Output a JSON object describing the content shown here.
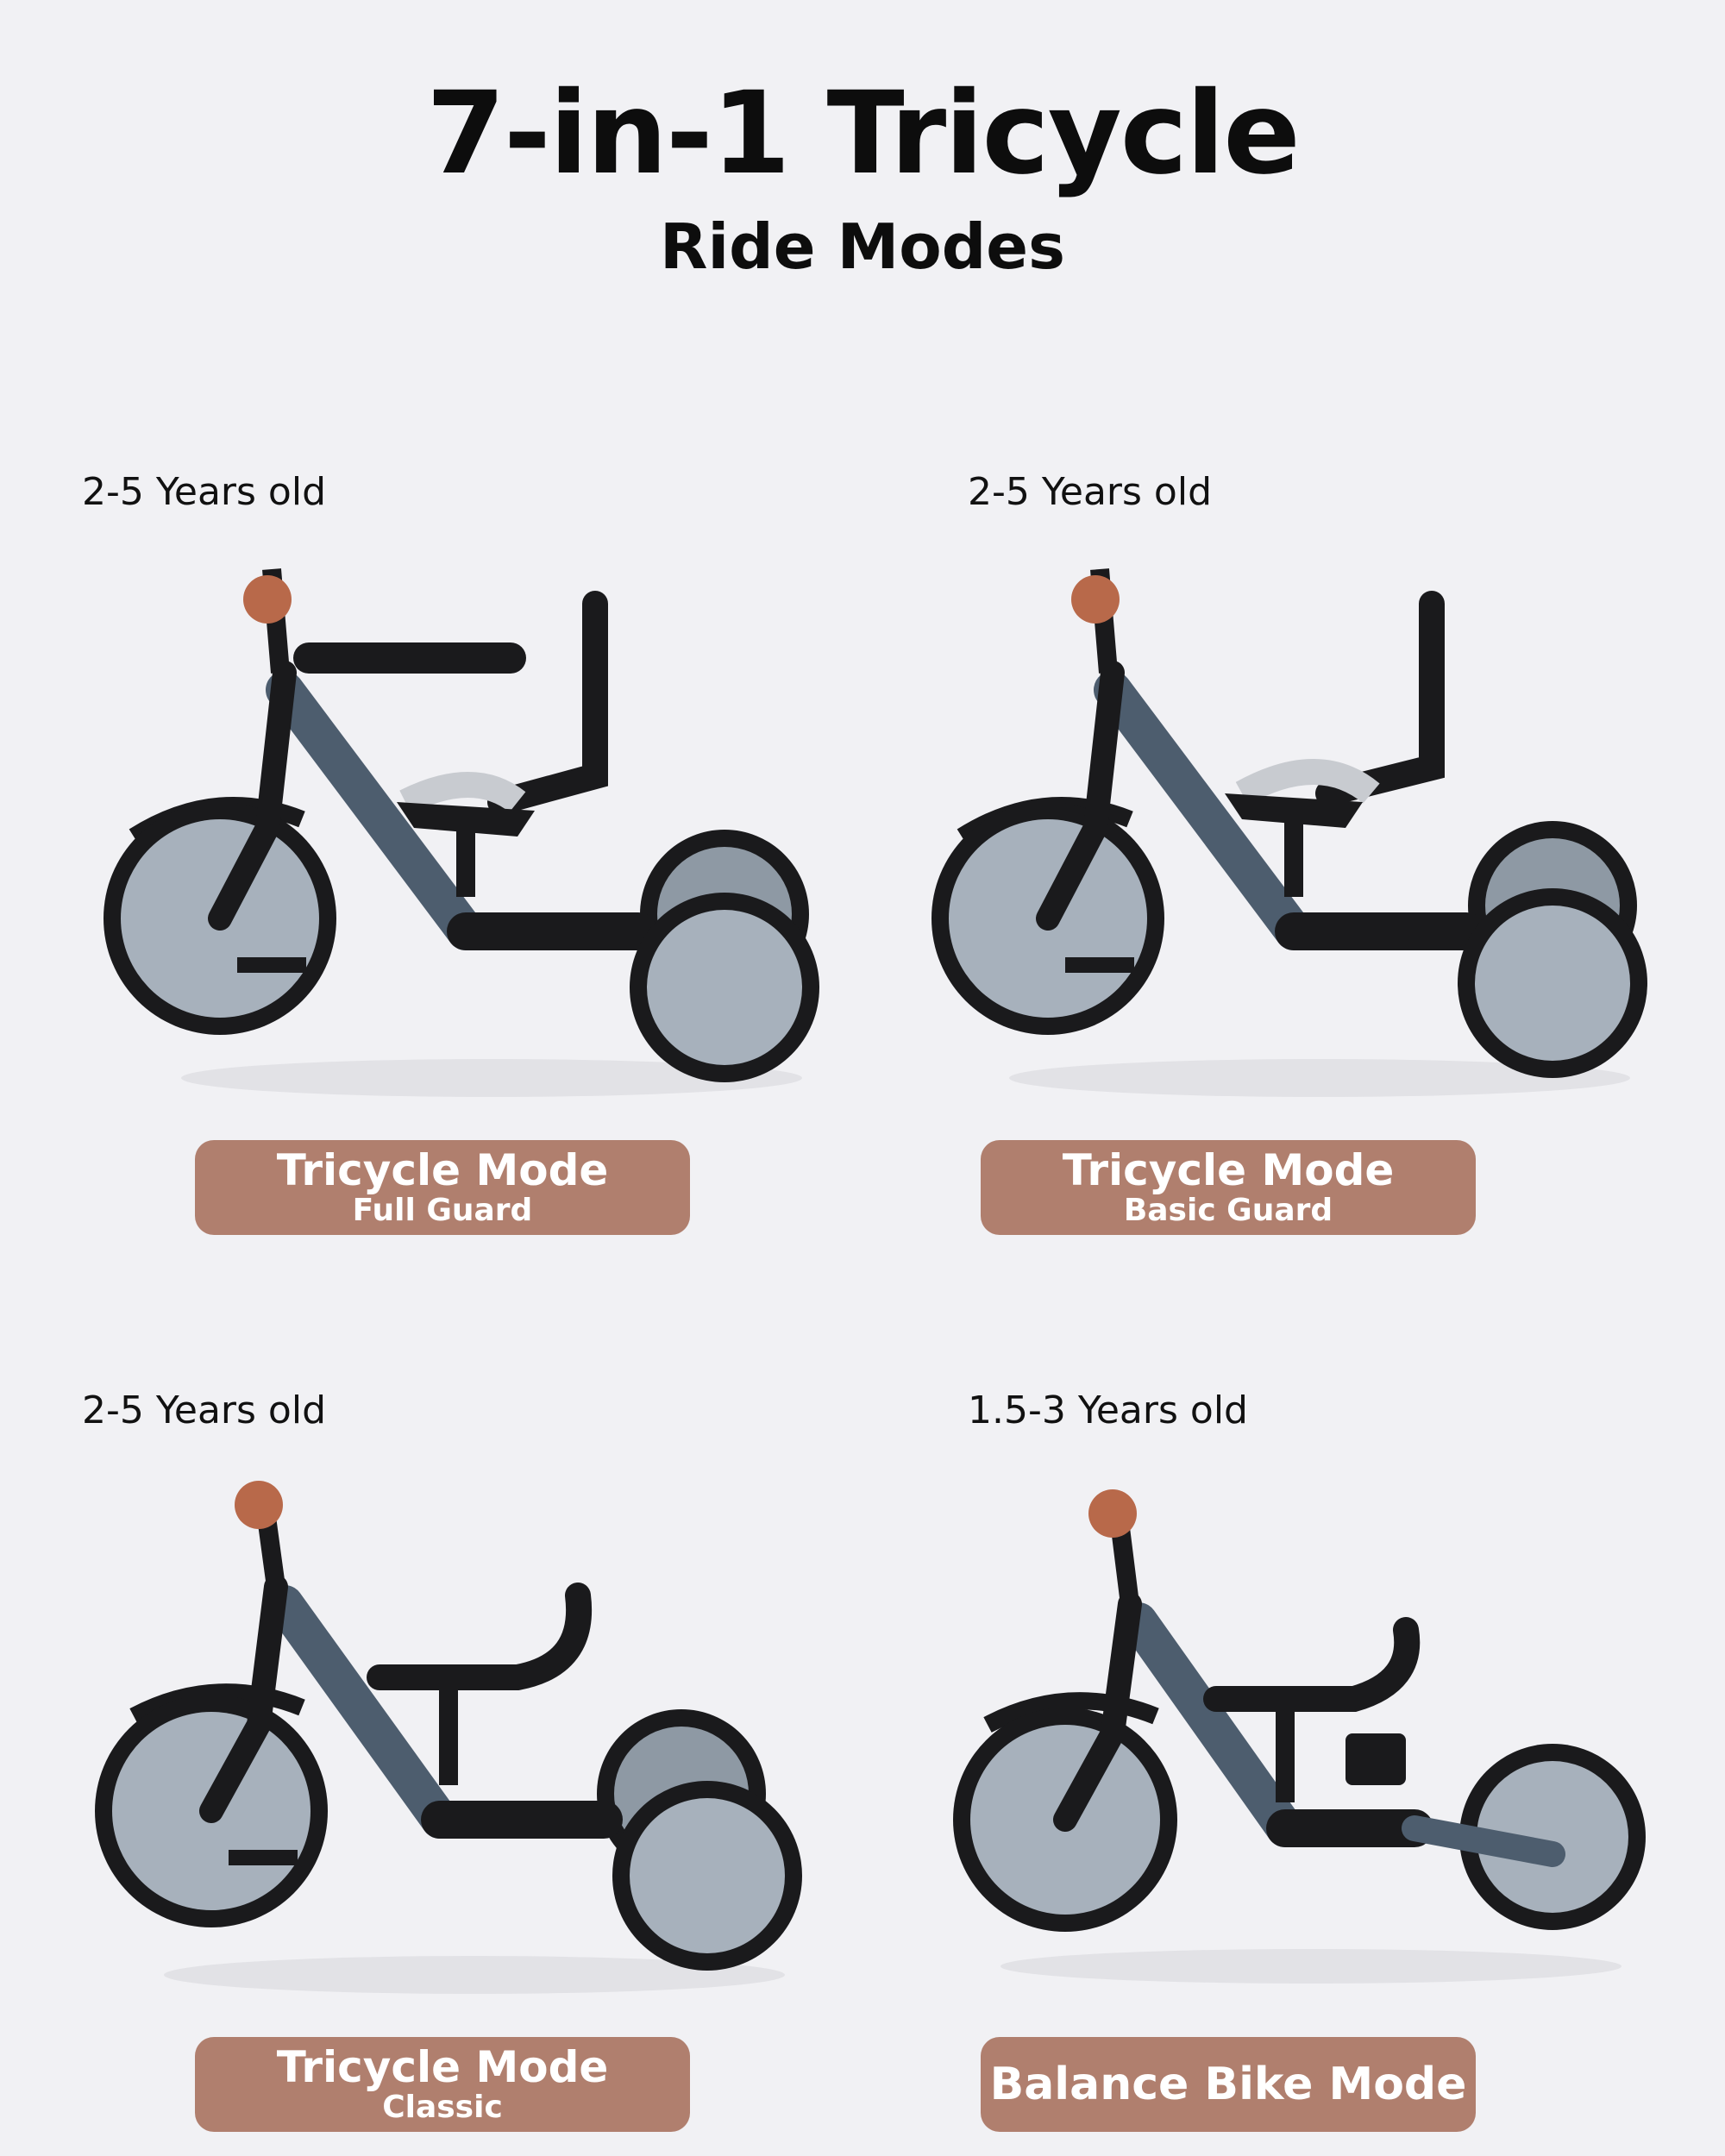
{
  "header": {
    "title": "7-in-1 Tricycle",
    "subtitle": "Ride Modes"
  },
  "colors": {
    "background": "#f1f1f4",
    "pill": "#b07f6e",
    "frame": "#4d5d6e",
    "tire": "#1a1a1c",
    "hub": "#a7b1bc",
    "bell": "#b8694a"
  },
  "modes": [
    {
      "age": "2-5 Years old",
      "label": "Tricycle Mode",
      "sublabel": "Full Guard"
    },
    {
      "age": "2-5 Years old",
      "label": "Tricycle Mode",
      "sublabel": "Basic Guard"
    },
    {
      "age": "2-5 Years old",
      "label": "Tricycle Mode",
      "sublabel": "Classic"
    },
    {
      "age": "1.5-3 Years old",
      "label": "Balance Bike Mode"
    }
  ]
}
